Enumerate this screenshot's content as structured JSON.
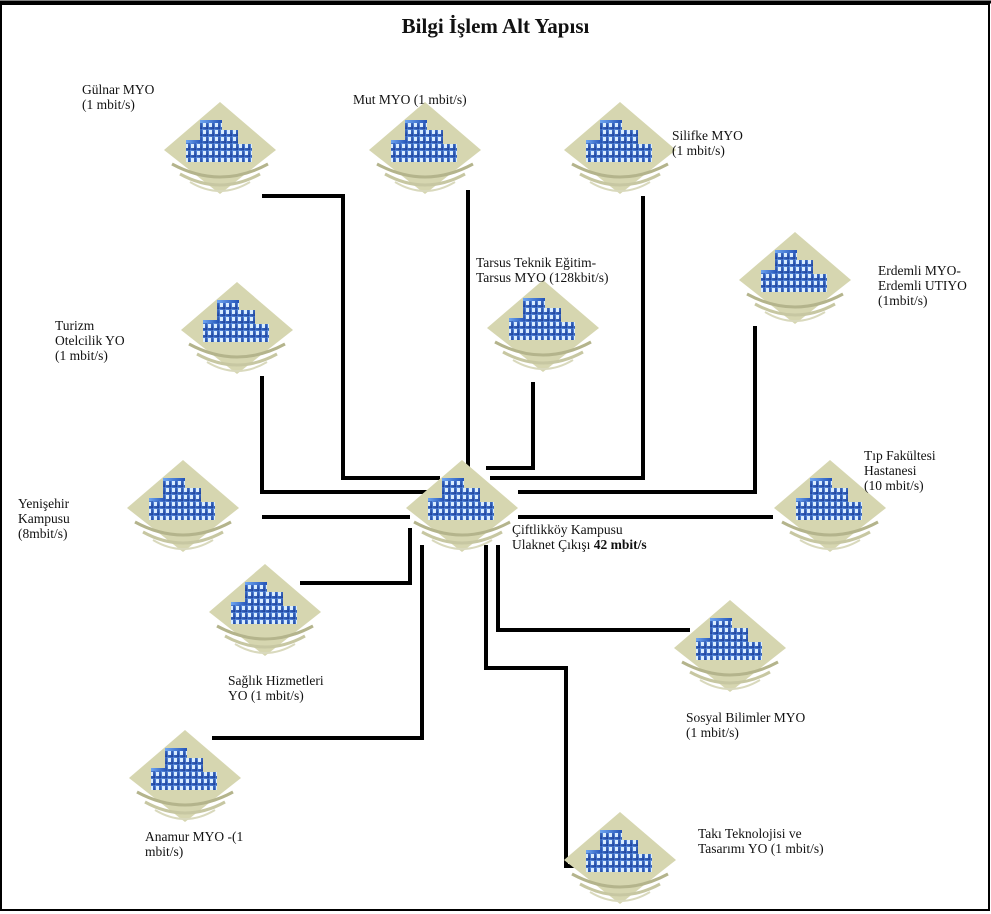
{
  "title": "Bilgi İşlem Alt Yapısı",
  "hub": {
    "line1": "Çiftlikköy Kampusu",
    "line2_prefix": "Ulaknet Çıkışı ",
    "line2_bold": "42 mbit/s"
  },
  "nodes": [
    {
      "id": "gulnar",
      "lines": [
        "Gülnar MYO",
        "(1 mbit/s)"
      ]
    },
    {
      "id": "mut",
      "lines": [
        "Mut MYO (1 mbit/s)"
      ]
    },
    {
      "id": "silifke",
      "lines": [
        "Silifke MYO",
        " (1 mbit/s)"
      ]
    },
    {
      "id": "tarsus",
      "lines": [
        "Tarsus Teknik Eğitim-",
        "Tarsus MYO (128kbit/s)"
      ]
    },
    {
      "id": "erdemli",
      "lines": [
        "Erdemli MYO-",
        "Erdemli UTIYO",
        "(1mbit/s)"
      ]
    },
    {
      "id": "turizm",
      "lines": [
        "Turizm",
        "Otelcilik YO",
        "(1 mbit/s)"
      ]
    },
    {
      "id": "yenisehir",
      "lines": [
        "Yenişehir",
        "Kampusu",
        "(8mbit/s)"
      ]
    },
    {
      "id": "tip",
      "lines": [
        "Tıp Fakültesi",
        "Hastanesi",
        "(10 mbit/s)"
      ]
    },
    {
      "id": "saglik",
      "lines": [
        "Sağlık Hizmetleri",
        "YO (1 mbit/s)"
      ]
    },
    {
      "id": "sosyal",
      "lines": [
        "Sosyal Bilimler MYO",
        "(1 mbit/s)"
      ]
    },
    {
      "id": "anamur",
      "lines": [
        "Anamur MYO -(1",
        "mbit/s)"
      ]
    },
    {
      "id": "taki",
      "lines": [
        "Takı Teknolojisi ve",
        "Tasarımı YO (1 mbit/s)"
      ]
    }
  ]
}
